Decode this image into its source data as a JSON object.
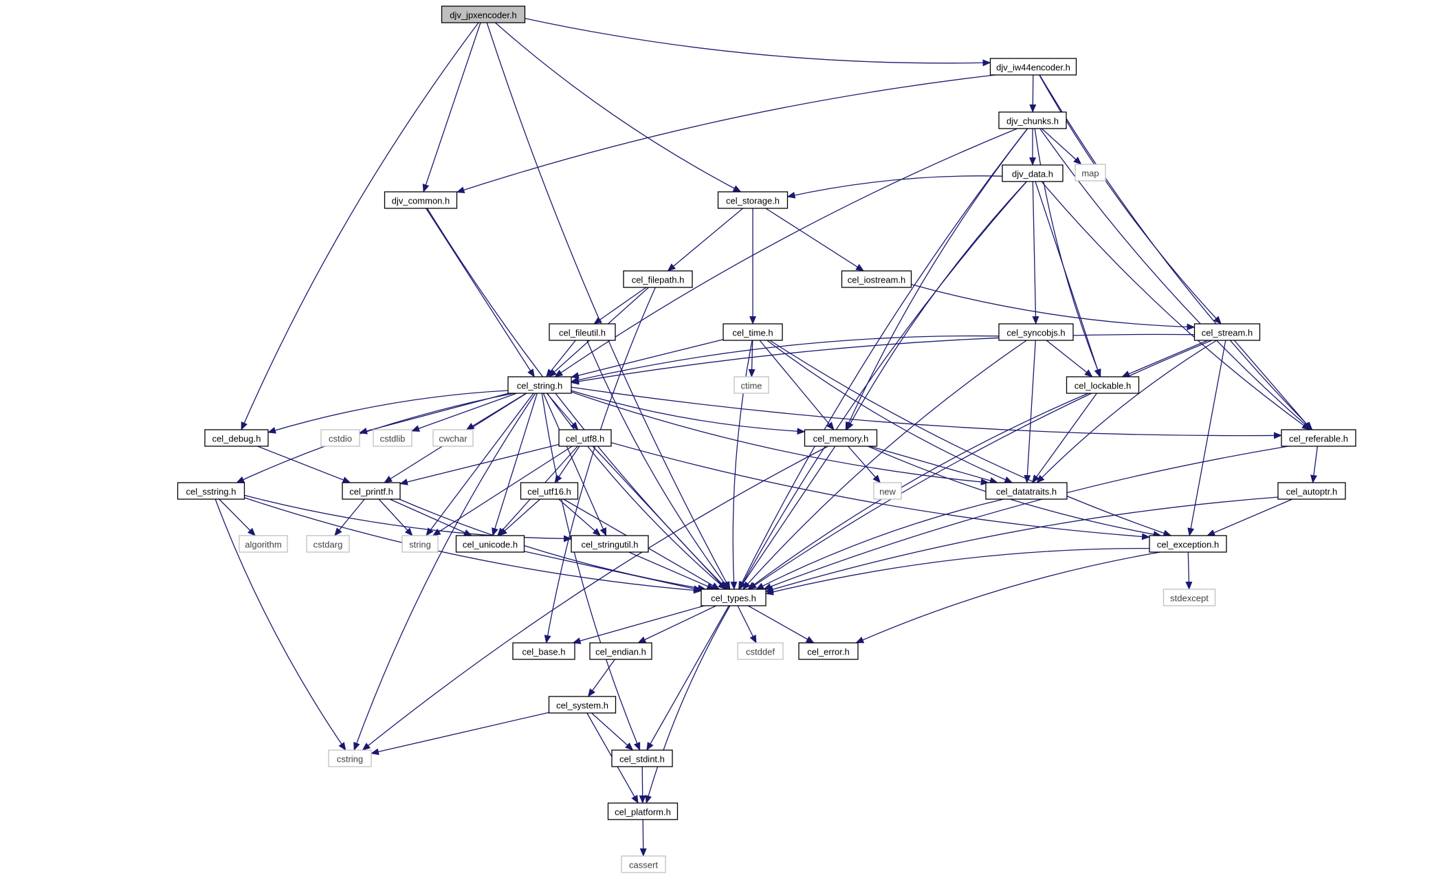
{
  "colors": {
    "edge": "#191970",
    "header_border": "#000000",
    "header_fill": "#bfbfbf",
    "external_border": "#bfbfbf",
    "text": "#000000",
    "external_text": "#404040"
  },
  "nodes": [
    {
      "id": "djv_jpxencoder",
      "label": "djv_jpxencoder.h",
      "kind": "root"
    },
    {
      "id": "djv_iw44encoder",
      "label": "djv_iw44encoder.h",
      "kind": "header"
    },
    {
      "id": "djv_chunks",
      "label": "djv_chunks.h",
      "kind": "header"
    },
    {
      "id": "map",
      "label": "map",
      "kind": "external"
    },
    {
      "id": "djv_data",
      "label": "djv_data.h",
      "kind": "header"
    },
    {
      "id": "djv_common",
      "label": "djv_common.h",
      "kind": "header"
    },
    {
      "id": "cel_storage",
      "label": "cel_storage.h",
      "kind": "header"
    },
    {
      "id": "cel_filepath",
      "label": "cel_filepath.h",
      "kind": "header"
    },
    {
      "id": "cel_iostream",
      "label": "cel_iostream.h",
      "kind": "header"
    },
    {
      "id": "cel_fileutil",
      "label": "cel_fileutil.h",
      "kind": "header"
    },
    {
      "id": "cel_time",
      "label": "cel_time.h",
      "kind": "header"
    },
    {
      "id": "ctime",
      "label": "ctime",
      "kind": "external"
    },
    {
      "id": "cel_syncobjs",
      "label": "cel_syncobjs.h",
      "kind": "header"
    },
    {
      "id": "cel_stream",
      "label": "cel_stream.h",
      "kind": "header"
    },
    {
      "id": "cel_string",
      "label": "cel_string.h",
      "kind": "header"
    },
    {
      "id": "cel_lockable",
      "label": "cel_lockable.h",
      "kind": "header"
    },
    {
      "id": "cel_debug",
      "label": "cel_debug.h",
      "kind": "header"
    },
    {
      "id": "cstdio",
      "label": "cstdio",
      "kind": "external"
    },
    {
      "id": "cstdlib",
      "label": "cstdlib",
      "kind": "external"
    },
    {
      "id": "cwchar",
      "label": "cwchar",
      "kind": "external"
    },
    {
      "id": "cel_utf8",
      "label": "cel_utf8.h",
      "kind": "header"
    },
    {
      "id": "cel_memory",
      "label": "cel_memory.h",
      "kind": "header"
    },
    {
      "id": "cel_referable",
      "label": "cel_referable.h",
      "kind": "header"
    },
    {
      "id": "cel_sstring",
      "label": "cel_sstring.h",
      "kind": "header"
    },
    {
      "id": "cel_printf",
      "label": "cel_printf.h",
      "kind": "header"
    },
    {
      "id": "cel_utf16",
      "label": "cel_utf16.h",
      "kind": "header"
    },
    {
      "id": "new",
      "label": "new",
      "kind": "external"
    },
    {
      "id": "cel_datatraits",
      "label": "cel_datatraits.h",
      "kind": "header"
    },
    {
      "id": "cel_autoptr",
      "label": "cel_autoptr.h",
      "kind": "header"
    },
    {
      "id": "algorithm",
      "label": "algorithm",
      "kind": "external"
    },
    {
      "id": "cstdarg",
      "label": "cstdarg",
      "kind": "external"
    },
    {
      "id": "string",
      "label": "string",
      "kind": "external"
    },
    {
      "id": "cel_unicode",
      "label": "cel_unicode.h",
      "kind": "header"
    },
    {
      "id": "cel_stringutil",
      "label": "cel_stringutil.h",
      "kind": "header"
    },
    {
      "id": "cel_exception",
      "label": "cel_exception.h",
      "kind": "header"
    },
    {
      "id": "cel_types",
      "label": "cel_types.h",
      "kind": "header"
    },
    {
      "id": "stdexcept",
      "label": "stdexcept",
      "kind": "external"
    },
    {
      "id": "cel_base",
      "label": "cel_base.h",
      "kind": "header"
    },
    {
      "id": "cel_endian",
      "label": "cel_endian.h",
      "kind": "header"
    },
    {
      "id": "cstddef",
      "label": "cstddef",
      "kind": "external"
    },
    {
      "id": "cel_error",
      "label": "cel_error.h",
      "kind": "header"
    },
    {
      "id": "cel_system",
      "label": "cel_system.h",
      "kind": "header"
    },
    {
      "id": "cstring",
      "label": "cstring",
      "kind": "external"
    },
    {
      "id": "cel_stdint",
      "label": "cel_stdint.h",
      "kind": "header"
    },
    {
      "id": "cel_platform",
      "label": "cel_platform.h",
      "kind": "header"
    },
    {
      "id": "cassert",
      "label": "cassert",
      "kind": "external"
    }
  ],
  "edges": [
    [
      "djv_jpxencoder",
      "djv_iw44encoder"
    ],
    [
      "djv_jpxencoder",
      "djv_common"
    ],
    [
      "djv_jpxencoder",
      "cel_storage"
    ],
    [
      "djv_jpxencoder",
      "cel_debug"
    ],
    [
      "djv_jpxencoder",
      "cel_types"
    ],
    [
      "djv_iw44encoder",
      "djv_chunks"
    ],
    [
      "djv_iw44encoder",
      "djv_common"
    ],
    [
      "djv_iw44encoder",
      "cel_stream"
    ],
    [
      "djv_iw44encoder",
      "cel_referable"
    ],
    [
      "djv_chunks",
      "map"
    ],
    [
      "djv_chunks",
      "djv_data"
    ],
    [
      "djv_chunks",
      "cel_string"
    ],
    [
      "djv_chunks",
      "cel_memory"
    ],
    [
      "djv_chunks",
      "cel_lockable"
    ],
    [
      "djv_chunks",
      "cel_referable"
    ],
    [
      "djv_chunks",
      "cel_types"
    ],
    [
      "djv_data",
      "cel_storage"
    ],
    [
      "djv_data",
      "cel_syncobjs"
    ],
    [
      "djv_data",
      "cel_lockable"
    ],
    [
      "djv_data",
      "cel_memory"
    ],
    [
      "djv_data",
      "cel_referable"
    ],
    [
      "djv_data",
      "cel_types"
    ],
    [
      "djv_common",
      "cel_string"
    ],
    [
      "djv_common",
      "cel_types"
    ],
    [
      "cel_storage",
      "cel_filepath"
    ],
    [
      "cel_storage",
      "cel_iostream"
    ],
    [
      "cel_storage",
      "cel_time"
    ],
    [
      "cel_filepath",
      "cel_fileutil"
    ],
    [
      "cel_filepath",
      "cel_string"
    ],
    [
      "cel_filepath",
      "cel_base"
    ],
    [
      "cel_iostream",
      "cel_stream"
    ],
    [
      "cel_fileutil",
      "cel_string"
    ],
    [
      "cel_fileutil",
      "cel_types"
    ],
    [
      "cel_time",
      "ctime"
    ],
    [
      "cel_time",
      "cel_string"
    ],
    [
      "cel_time",
      "cel_memory"
    ],
    [
      "cel_time",
      "cel_datatraits"
    ],
    [
      "cel_time",
      "cel_exception"
    ],
    [
      "cel_time",
      "cel_types"
    ],
    [
      "cel_syncobjs",
      "cel_string"
    ],
    [
      "cel_syncobjs",
      "cel_lockable"
    ],
    [
      "cel_syncobjs",
      "cel_datatraits"
    ],
    [
      "cel_syncobjs",
      "cel_types"
    ],
    [
      "cel_stream",
      "cel_string"
    ],
    [
      "cel_stream",
      "cel_lockable"
    ],
    [
      "cel_stream",
      "cel_referable"
    ],
    [
      "cel_stream",
      "cel_datatraits"
    ],
    [
      "cel_stream",
      "cel_exception"
    ],
    [
      "cel_stream",
      "cel_types"
    ],
    [
      "cel_string",
      "cel_debug"
    ],
    [
      "cel_string",
      "cstdio"
    ],
    [
      "cel_string",
      "cstdlib"
    ],
    [
      "cel_string",
      "cwchar"
    ],
    [
      "cel_string",
      "cel_utf8"
    ],
    [
      "cel_string",
      "cel_memory"
    ],
    [
      "cel_string",
      "cel_referable"
    ],
    [
      "cel_string",
      "cel_sstring"
    ],
    [
      "cel_string",
      "cel_printf"
    ],
    [
      "cel_string",
      "string"
    ],
    [
      "cel_string",
      "cel_unicode"
    ],
    [
      "cel_string",
      "cel_stringutil"
    ],
    [
      "cel_string",
      "cel_datatraits"
    ],
    [
      "cel_string",
      "cel_types"
    ],
    [
      "cel_string",
      "cstring"
    ],
    [
      "cel_string",
      "cel_stdint"
    ],
    [
      "cel_lockable",
      "cel_datatraits"
    ],
    [
      "cel_lockable",
      "cel_types"
    ],
    [
      "cel_debug",
      "cel_printf"
    ],
    [
      "cel_utf8",
      "cel_utf16"
    ],
    [
      "cel_utf8",
      "cel_printf"
    ],
    [
      "cel_utf8",
      "string"
    ],
    [
      "cel_utf8",
      "cel_unicode"
    ],
    [
      "cel_utf8",
      "cel_exception"
    ],
    [
      "cel_utf8",
      "cel_types"
    ],
    [
      "cel_memory",
      "new"
    ],
    [
      "cel_memory",
      "cel_datatraits"
    ],
    [
      "cel_memory",
      "cel_exception"
    ],
    [
      "cel_memory",
      "cel_types"
    ],
    [
      "cel_memory",
      "cstring"
    ],
    [
      "cel_referable",
      "cel_autoptr"
    ],
    [
      "cel_referable",
      "cel_types"
    ],
    [
      "cel_sstring",
      "algorithm"
    ],
    [
      "cel_sstring",
      "cel_stringutil"
    ],
    [
      "cel_sstring",
      "cel_types"
    ],
    [
      "cel_sstring",
      "cstring"
    ],
    [
      "cel_printf",
      "cstdarg"
    ],
    [
      "cel_printf",
      "string"
    ],
    [
      "cel_printf",
      "cel_unicode"
    ],
    [
      "cel_printf",
      "cel_types"
    ],
    [
      "cel_utf16",
      "cel_unicode"
    ],
    [
      "cel_utf16",
      "cel_stringutil"
    ],
    [
      "cel_utf16",
      "cel_types"
    ],
    [
      "cel_datatraits",
      "cel_types"
    ],
    [
      "cel_autoptr",
      "cel_exception"
    ],
    [
      "cel_autoptr",
      "cel_types"
    ],
    [
      "cel_unicode",
      "cel_types"
    ],
    [
      "cel_stringutil",
      "cel_types"
    ],
    [
      "cel_exception",
      "stdexcept"
    ],
    [
      "cel_exception",
      "cel_error"
    ],
    [
      "cel_exception",
      "cel_types"
    ],
    [
      "cel_types",
      "cel_base"
    ],
    [
      "cel_types",
      "cel_endian"
    ],
    [
      "cel_types",
      "cstddef"
    ],
    [
      "cel_types",
      "cel_error"
    ],
    [
      "cel_types",
      "cel_stdint"
    ],
    [
      "cel_types",
      "cel_platform"
    ],
    [
      "cel_endian",
      "cel_system"
    ],
    [
      "cel_system",
      "cstring"
    ],
    [
      "cel_system",
      "cel_stdint"
    ],
    [
      "cel_system",
      "cel_platform"
    ],
    [
      "cel_stdint",
      "cel_platform"
    ],
    [
      "cel_platform",
      "cassert"
    ]
  ]
}
